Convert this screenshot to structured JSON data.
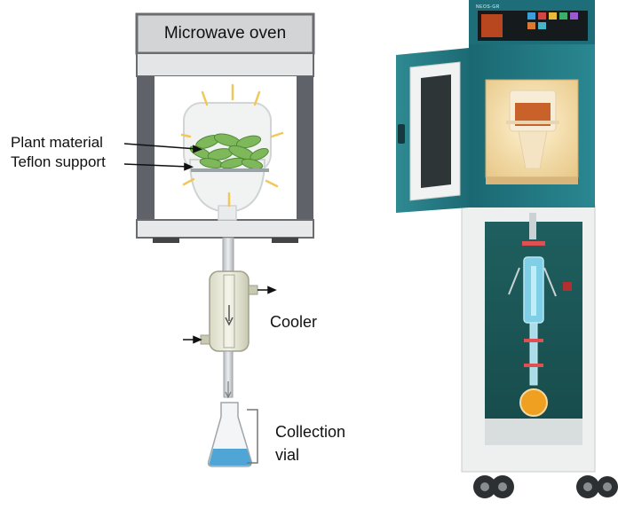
{
  "diagram": {
    "oven_title": "Microwave oven",
    "labels": {
      "plant_material": "Plant material",
      "teflon_support": "Teflon support",
      "cooler": "Cooler",
      "collection_line1": "Collection",
      "collection_line2": "vial"
    }
  },
  "photo": {
    "panel_brand": "NEOS-GR"
  },
  "colors": {
    "oven_frame": "#5f6268",
    "oven_top": "#d3d4d6",
    "leaf_green": "#7fb85a",
    "vial_liquid": "#4fa6d6",
    "cabinet_teal": "#1d6e78",
    "cabinet_white": "#eef0ef",
    "chamber_glow": "#f3dca6",
    "condenser_blue": "#7fd0e6",
    "flask_orange": "#f0a020"
  }
}
